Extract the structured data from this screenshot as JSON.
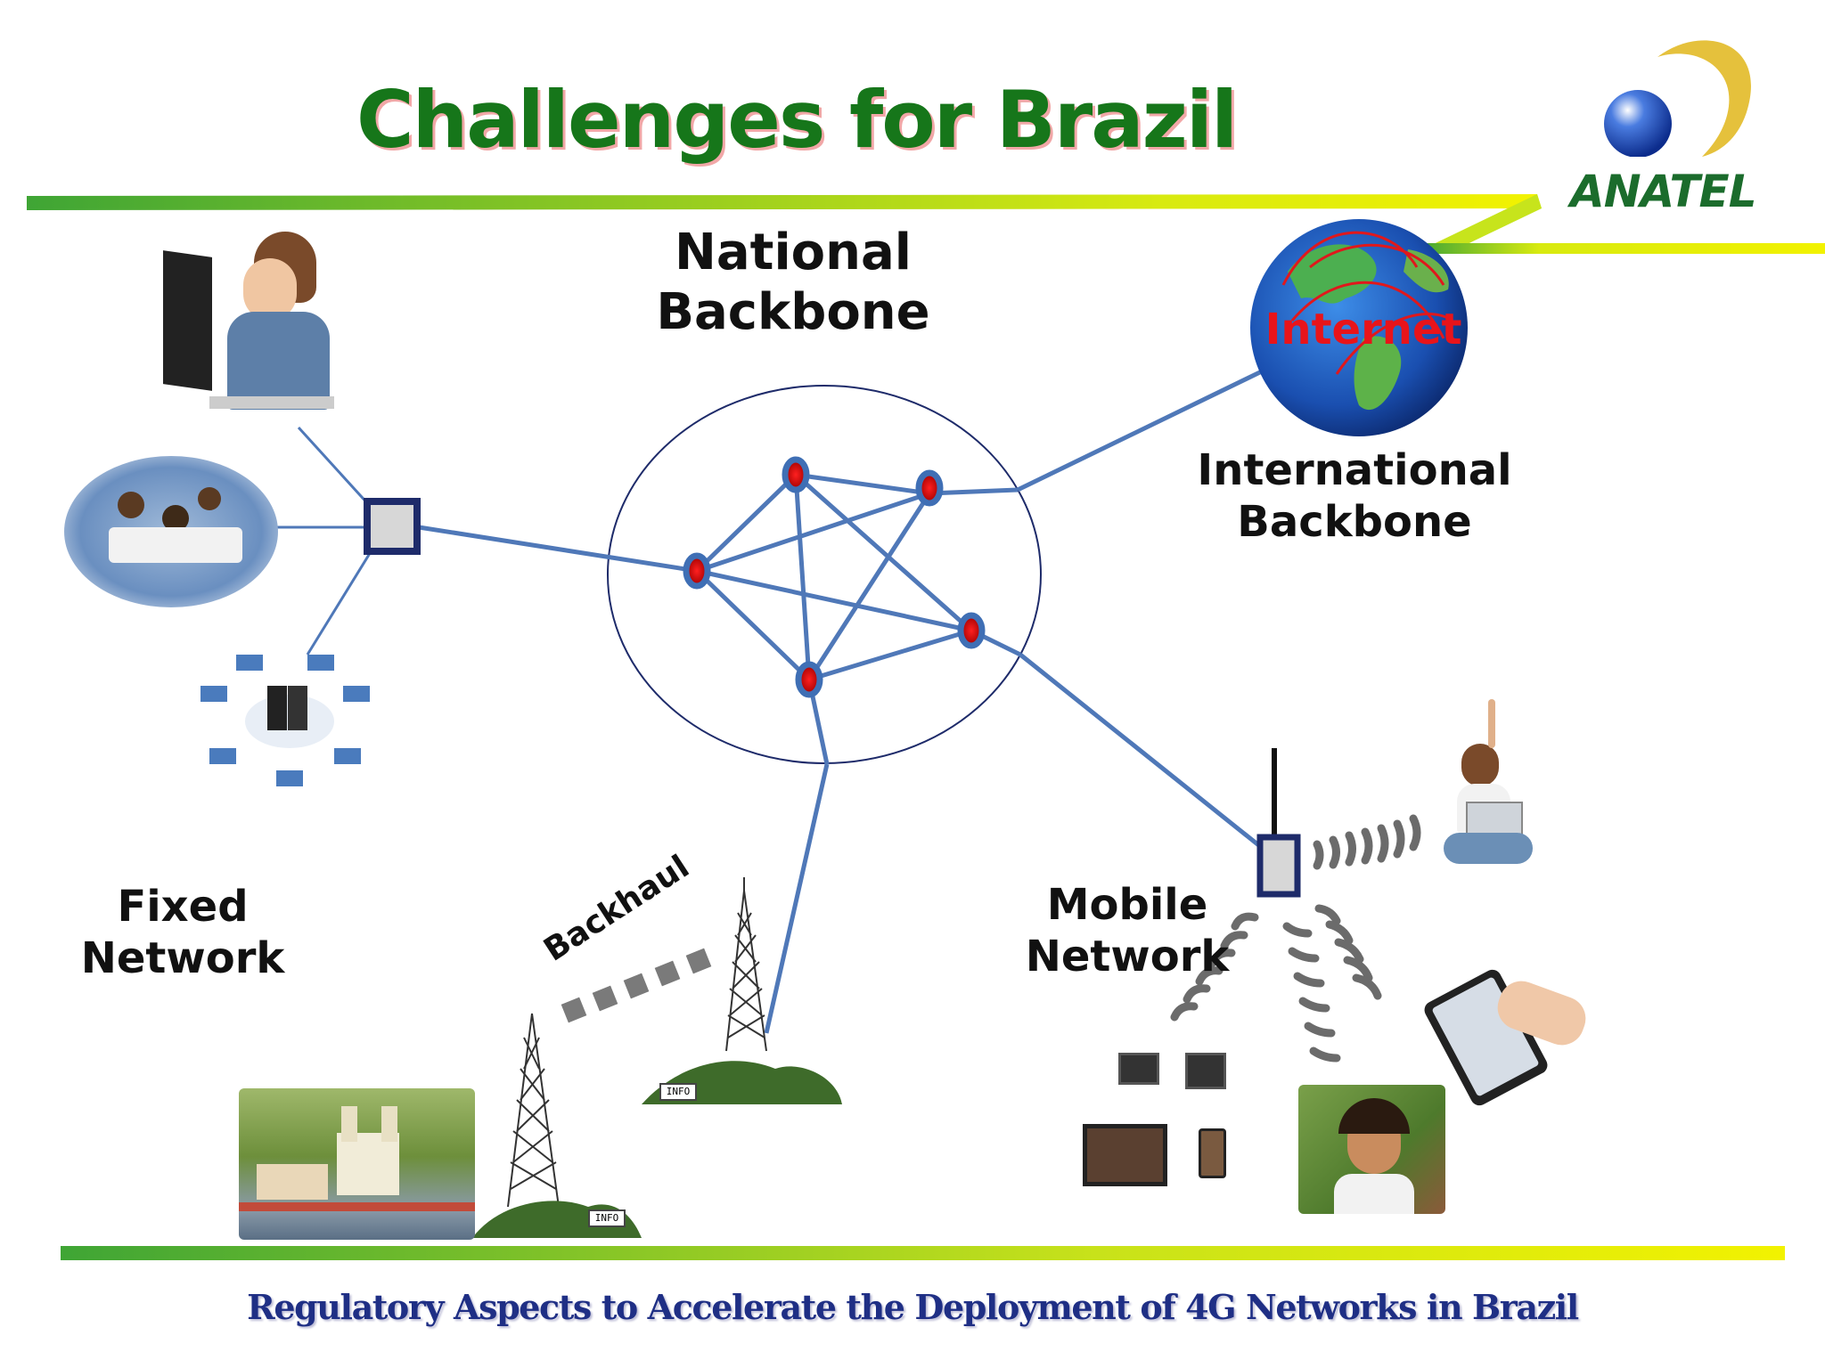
{
  "slide": {
    "title": "Challenges for Brazil",
    "footer": "Regulatory Aspects to Accelerate the Deployment of 4G Networks in Brazil"
  },
  "logo": {
    "text": "ANATEL",
    "icon": "anatel-globe-icon"
  },
  "labels": {
    "national_backbone": [
      "National",
      "Backbone"
    ],
    "international_backbone": [
      "International",
      "Backbone"
    ],
    "internet": "Internet",
    "fixed_network": [
      "Fixed",
      "Network"
    ],
    "mobile_network": [
      "Mobile",
      "Network"
    ],
    "backhaul": "Backhaul"
  },
  "colors": {
    "title_green": "#16761a",
    "link_blue": "#4f78b8",
    "node_red": "#c41414",
    "footer_blue": "#1f2f85",
    "bar_green": "#3fa535",
    "bar_yellow": "#f2f200"
  },
  "tower_signs": [
    "INFO",
    "INFO"
  ]
}
